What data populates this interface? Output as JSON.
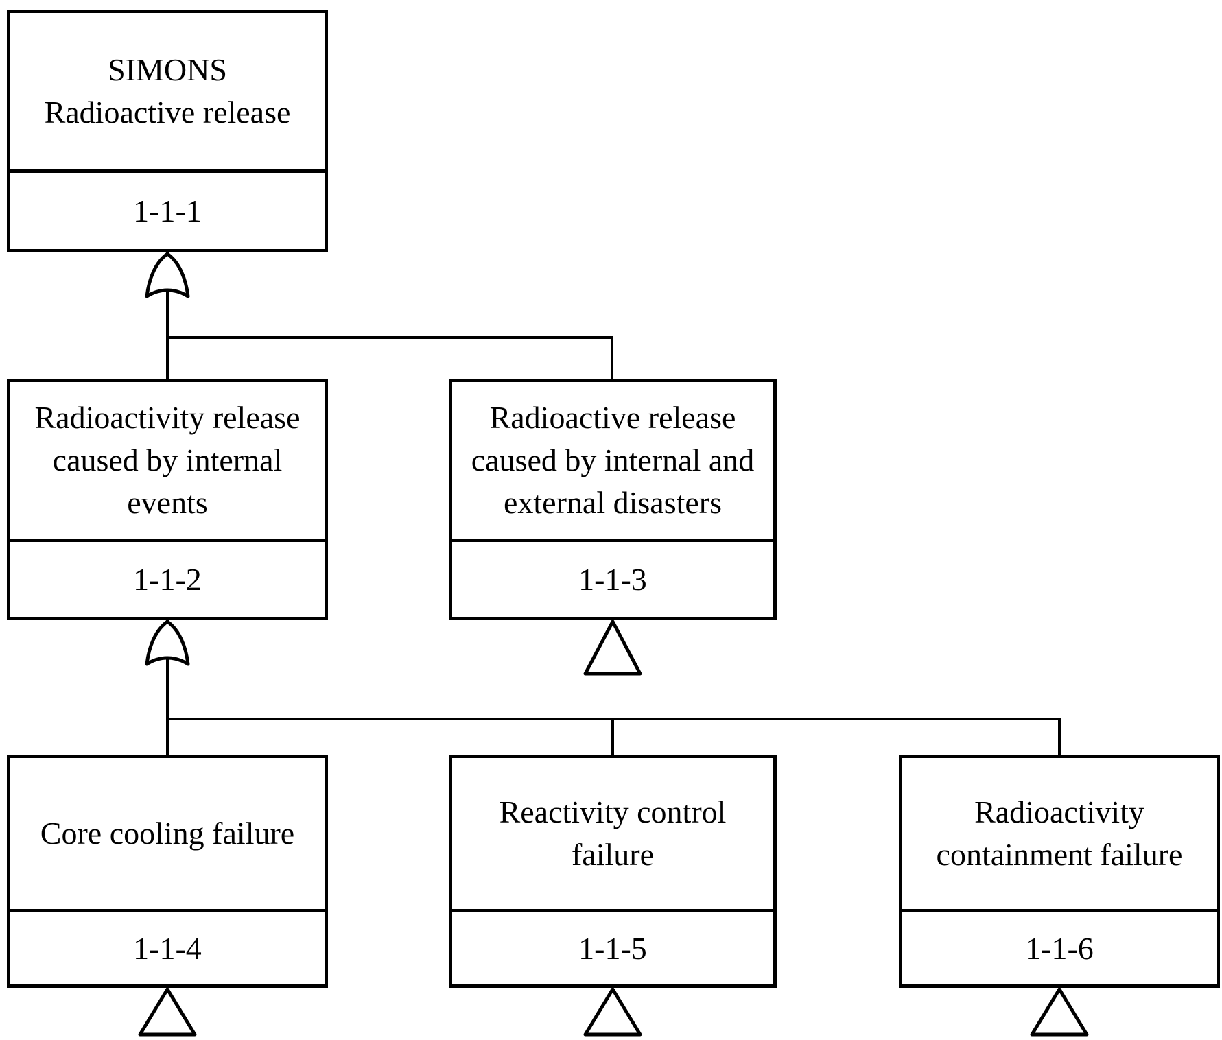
{
  "diagram": {
    "type": "fault-tree",
    "colors": {
      "line": "#000000",
      "background": "#ffffff"
    },
    "nodes": [
      {
        "id": "node-1",
        "title": "SIMONS\nRadioactive release",
        "code": "1-1-1",
        "gate_below": "or-gate"
      },
      {
        "id": "node-2",
        "title": "Radioactivity release\ncaused by internal\nevents",
        "code": "1-1-2",
        "gate_below": "or-gate"
      },
      {
        "id": "node-3",
        "title": "Radioactive release\ncaused by internal and\nexternal disasters",
        "code": "1-1-3",
        "gate_below": "transfer-triangle"
      },
      {
        "id": "node-4",
        "title": "Core cooling failure",
        "code": "1-1-4",
        "gate_below": "transfer-triangle"
      },
      {
        "id": "node-5",
        "title": "Reactivity control\nfailure",
        "code": "1-1-5",
        "gate_below": "transfer-triangle"
      },
      {
        "id": "node-6",
        "title": "Radioactivity\ncontainment failure",
        "code": "1-1-6",
        "gate_below": "transfer-triangle"
      }
    ],
    "edges": [
      {
        "from": "node-1",
        "to": [
          "node-2",
          "node-3"
        ],
        "gate": "or"
      },
      {
        "from": "node-2",
        "to": [
          "node-4",
          "node-5",
          "node-6"
        ],
        "gate": "or"
      }
    ]
  }
}
